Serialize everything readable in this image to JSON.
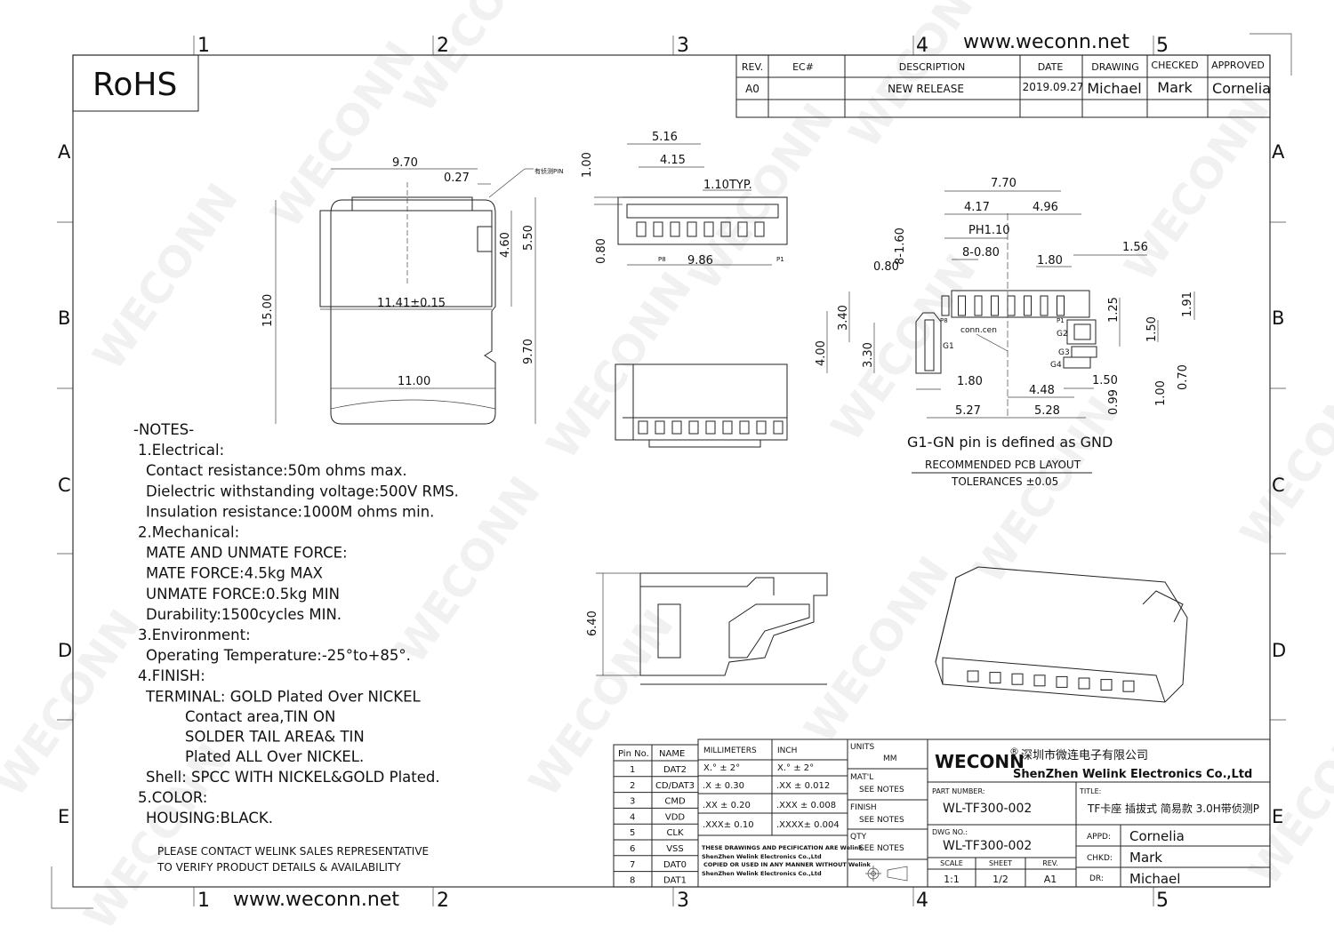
{
  "website": "www.weconn.net",
  "rohs": "RoHS",
  "watermark": "WECONN",
  "zones": {
    "columns": [
      "1",
      "2",
      "3",
      "4",
      "5"
    ],
    "rows": [
      "A",
      "B",
      "C",
      "D",
      "E"
    ]
  },
  "revision_table": {
    "headers": [
      "REV.",
      "EC#",
      "DESCRIPTION",
      "DATE",
      "DRAWING",
      "CHECKED",
      "APPROVED"
    ],
    "rows": [
      [
        "A0",
        "",
        "NEW RELEASE",
        "2019.09.27",
        "Michael",
        "Mark",
        "Cornelia"
      ]
    ]
  },
  "top_view": {
    "dims": [
      "9.70",
      "0.27",
      "15.00",
      "4.60",
      "5.50",
      "11.41±0.15",
      "9.70",
      "11.00"
    ],
    "detect_pin_label": "有侦测PIN"
  },
  "front_view": {
    "dims": [
      "5.16",
      "4.15",
      "1.10TYP.",
      "1.00",
      "0.80",
      "9.86"
    ],
    "pins": [
      "P8",
      "P1"
    ]
  },
  "side_view": {
    "dims": [
      "6.40"
    ]
  },
  "pcb_layout": {
    "dims": [
      "7.70",
      "4.17",
      "4.96",
      "PH1.10",
      "8-0.80",
      "8-1.60",
      "0.80",
      "1.80",
      "1.56",
      "3.40",
      "4.00",
      "3.30",
      "1.25",
      "1.91",
      "1.50",
      "0.70",
      "1.00",
      "0.99",
      "1.80",
      "4.48",
      "1.50",
      "5.27",
      "5.28"
    ],
    "labels": [
      "P8",
      "P1",
      "G1",
      "G2",
      "G3",
      "G4",
      "conn.cen"
    ],
    "gnd_note": "G1-GN pin is defined as GND",
    "title": "RECOMMENDED PCB LAYOUT",
    "tolerance": "TOLERANCES ±0.05"
  },
  "notes": [
    "-NOTES-",
    "1.Electrical:",
    "Contact resistance:50m ohms max.",
    "Dielectric withstanding voltage:500V RMS.",
    "Insulation resistance:1000M ohms min.",
    "2.Mechanical:",
    "MATE AND UNMATE FORCE:",
    "MATE FORCE:4.5kg MAX",
    "UNMATE FORCE:0.5kg MIN",
    "Durability:1500cycles MIN.",
    "3.Environment:",
    "Operating Temperature:-25°to+85°.",
    "4.FINISH:",
    "TERMINAL: GOLD Plated Over NICKEL",
    "Contact area,TIN ON",
    "SOLDER TAIL AREA& TIN",
    "Plated ALL Over NICKEL.",
    "Shell: SPCC WITH NICKEL&GOLD Plated.",
    "5.COLOR:",
    "HOUSING:BLACK."
  ],
  "contact": [
    "PLEASE CONTACT WELINK SALES REPRESENTATIVE",
    "TO VERIFY PRODUCT DETAILS & AVAILABILITY"
  ],
  "pin_table": {
    "headers": [
      "Pin No.",
      "NAME"
    ],
    "rows": [
      [
        "1",
        "DAT2"
      ],
      [
        "2",
        "CD/DAT3"
      ],
      [
        "3",
        "CMD"
      ],
      [
        "4",
        "VDD"
      ],
      [
        "5",
        "CLK"
      ],
      [
        "6",
        "VSS"
      ],
      [
        "7",
        "DAT0"
      ],
      [
        "8",
        "DAT1"
      ]
    ]
  },
  "tolerance_table": {
    "headers": [
      "MILLIMETERS",
      "INCH"
    ],
    "rows": [
      [
        "X.°  ±  2°",
        "X.°   ±  2°"
      ],
      [
        ".X   ± 0.30",
        ".XX   ± 0.012"
      ],
      [
        ".XX  ± 0.20",
        ".XXX  ± 0.008"
      ],
      [
        ".XXX± 0.10",
        ".XXXX± 0.004"
      ]
    ],
    "disclaimer": [
      "THESE DRAWINGS AND PECIFICATION ARE Welink",
      "ShenZhen Welink Electronics Co.,Ltd",
      "COPIED OR USED IN ANY MANNER WITHOUT Welink",
      "ShenZhen Welink Electronics Co.,Ltd"
    ]
  },
  "spec": {
    "units_label": "UNITS",
    "units": "MM",
    "material_label": "MAT'L",
    "material": "SEE NOTES",
    "finish_label": "FINISH",
    "finish": "SEE NOTES",
    "qty_label": "QTY",
    "qty": "SEE NOTES"
  },
  "company": {
    "brand": "WECONN",
    "reg": "®",
    "name_cn": "深圳市微连电子有限公司",
    "name_en": "ShenZhen Welink Electronics Co.,Ltd"
  },
  "title_block": {
    "part_number_label": "PART NUMBER:",
    "part_number": "WL-TF300-002",
    "title_label": "TITLE:",
    "title": "TF卡座 插拔式 简易款 3.0H带侦测P",
    "dwg_no_label": "DWG NO.:",
    "dwg_no": "WL-TF300-002",
    "scale_label": "SCALE",
    "scale": "1:1",
    "sheet_label": "SHEET",
    "sheet": "1/2",
    "rev_label": "REV.",
    "rev": "A1",
    "appd_label": "APPD:",
    "appd": "Cornelia",
    "chkd_label": "CHKD:",
    "chkd": "Mark",
    "dr_label": "DR:",
    "dr": "Michael"
  }
}
